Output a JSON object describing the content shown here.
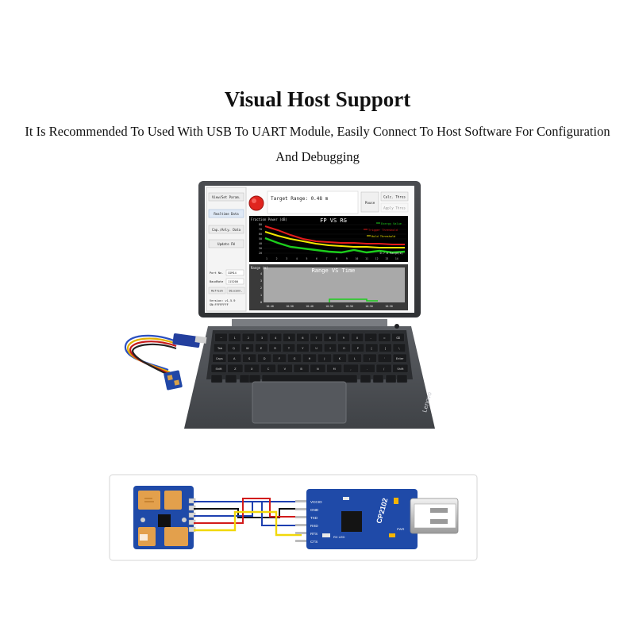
{
  "header": {
    "title": "Visual Host Support",
    "subtitle": "It Is Recommended To Used With USB To UART Module, Easily Connect To Host Software For Configuration And Debugging"
  },
  "app": {
    "nav_buttons": [
      "View/Set Param.",
      "Realtime Data",
      "Cap./Anly. Data",
      "Update FW"
    ],
    "port_label": "Port No.",
    "port_value": "COM14",
    "baud_label": "BaudRate",
    "baud_value": "115200",
    "refresh_label": "Refresh",
    "disconnect_label": "Disconn.",
    "version_line1": "Version: v1.5.9",
    "version_line2": "SN:FFFFFFFF",
    "target_range": "Target Range: 0.48 m",
    "pause_label": "Pause",
    "calc_label": "Calc. Thres",
    "apply_label": "Apply Thres",
    "chart1": {
      "ylabel": "Fraction Power (dB)",
      "title": "FP VS RG",
      "legend": [
        "Energy Value",
        "Trigger Threshold",
        "Hold Threshold"
      ],
      "xlabel": "0.7 m Range(m)",
      "yticks": [
        "80",
        "70",
        "60",
        "50",
        "40",
        "30",
        "20"
      ],
      "xticks": [
        "1",
        "2",
        "3",
        "4",
        "5",
        "6",
        "7",
        "8",
        "9",
        "10",
        "11",
        "12",
        "13",
        "14"
      ]
    },
    "chart2": {
      "ylabel": "Range (m)",
      "title": "Range VS Time",
      "yticks": [
        "4",
        "3",
        "2",
        "1",
        "0"
      ],
      "xticks": [
        "10:40",
        "10:50",
        "10:40",
        "10:50",
        "10:50",
        "10:50",
        "10:50"
      ]
    }
  },
  "laptop": {
    "brand": "Lenovo",
    "keys": {
      "row_num": [
        "~",
        "1",
        "2",
        "3",
        "4",
        "5",
        "6",
        "7",
        "8",
        "9",
        "0",
        "-",
        "=",
        "⌫"
      ],
      "row_q": [
        "Tab",
        "Q",
        "W",
        "E",
        "R",
        "T",
        "Y",
        "U",
        "I",
        "O",
        "P",
        "[",
        "]",
        "\\"
      ],
      "row_a": [
        "Caps",
        "A",
        "S",
        "D",
        "F",
        "G",
        "H",
        "J",
        "K",
        "L",
        ";",
        "'",
        "Enter"
      ],
      "row_z": [
        "Shift",
        "Z",
        "X",
        "C",
        "V",
        "B",
        "N",
        "M",
        ",",
        ".",
        "/",
        "Shift"
      ]
    }
  },
  "wiring": {
    "usb_module_label": "CP2102",
    "pins": [
      "VCCIO",
      "GND",
      "TXD",
      "RXD",
      "RTS",
      "CTS"
    ],
    "led_label": "RX LED",
    "pwr_label": "PWR"
  },
  "colors": {
    "wire_blue": "#1d3fb0",
    "wire_black": "#111111",
    "wire_red": "#d21a1a",
    "wire_yellow": "#f1d80a",
    "pcb_blue": "#1f4aa8",
    "chart_green": "#1ccd1c"
  }
}
